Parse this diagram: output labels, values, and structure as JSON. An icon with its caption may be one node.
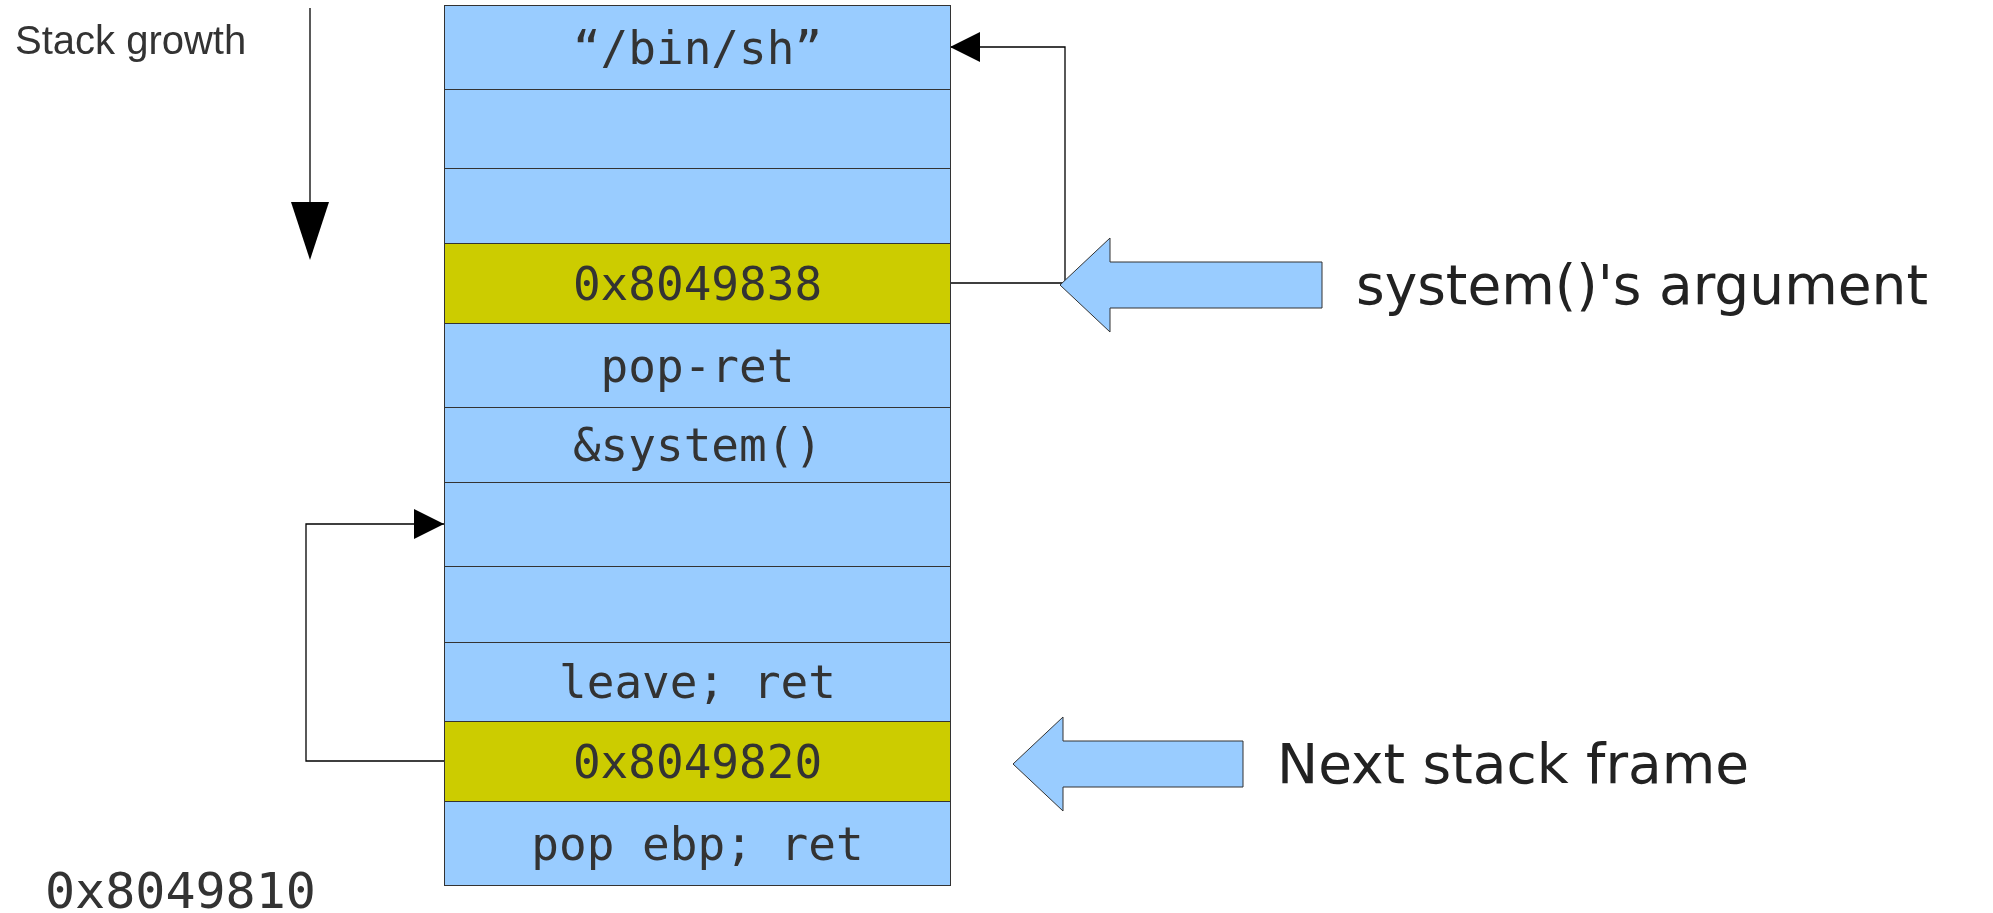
{
  "diagram": {
    "nodes": [
      {
        "text": [
          "“/bin/sh”"
        ]
      },
      {
        "text": [],
        "shape": "box"
      },
      {
        "text": [],
        "shape": "box"
      },
      {
        "text": [
          "0x8049838"
        ]
      },
      {
        "text": [
          "pop-ret"
        ]
      },
      {
        "text": [
          "&system()"
        ]
      },
      {
        "text": [],
        "shape": "box"
      },
      {
        "text": [],
        "shape": "box"
      },
      {
        "text": [
          "leave; ret"
        ]
      },
      {
        "text": [
          "0x8049820"
        ]
      },
      {
        "text": [
          "pop ebp; ret"
        ]
      },
      {
        "text": [
          "system()'s argument"
        ]
      },
      {
        "text": [
          "Next stack frame"
        ]
      }
    ],
    "edges": [
      {
        "from": 3,
        "to": 0,
        "arrow": "to"
      },
      {
        "from": 9,
        "to": 6,
        "arrow": "to"
      },
      {
        "from": 11,
        "to": 3,
        "arrow": "to",
        "style": "thick"
      },
      {
        "from": 12,
        "to": 9,
        "arrow": "to",
        "style": "thick"
      }
    ],
    "labels": [
      "Stack growth",
      "0x8049810"
    ]
  }
}
